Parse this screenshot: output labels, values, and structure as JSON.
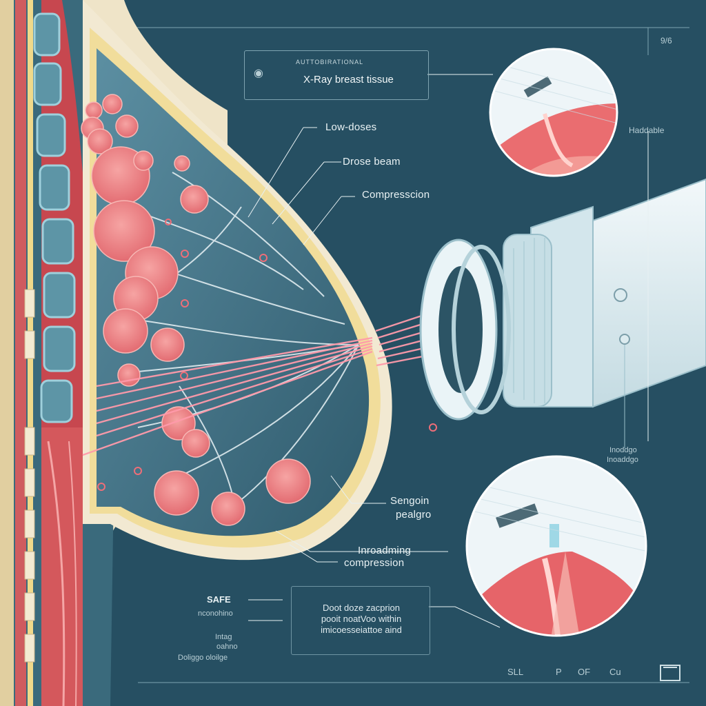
{
  "title_panel": {
    "small_text": "AUTTOBIRATIONAL",
    "main_text": "X-Ray breast tissue"
  },
  "callouts": {
    "low_doses": "Low-doses",
    "drose_beam": "Drose beam",
    "compression": "Compresscion",
    "sengoin": "Sengoin",
    "peelgro": "pealgro",
    "inreadming": "Inroadming",
    "compression2": "compression"
  },
  "right_labels": {
    "haddable": "Haddable",
    "inoddgo_1": "Inoddgo",
    "inoddgo_2": "Inoaddgo"
  },
  "bottom_left": {
    "safe": "SAFE",
    "line1": "nconohino",
    "line2": "Intag",
    "line3": "oahno",
    "line4": "Doliggo oloilge"
  },
  "bottom_box": {
    "line1": "Doot doze zacprion",
    "line2": "pooit noatVoo within",
    "line3": "imicoesseiattoe aind"
  },
  "corner": {
    "top_right_code": "9/6",
    "bottom_row": [
      "SLL",
      "P",
      "OF",
      "Cu"
    ]
  },
  "colors": {
    "background": "#264f62",
    "tissue": "#3f6f82",
    "lobule": "#ef7f82",
    "beam": "#ff8fa3",
    "device": "#dfeef3"
  }
}
